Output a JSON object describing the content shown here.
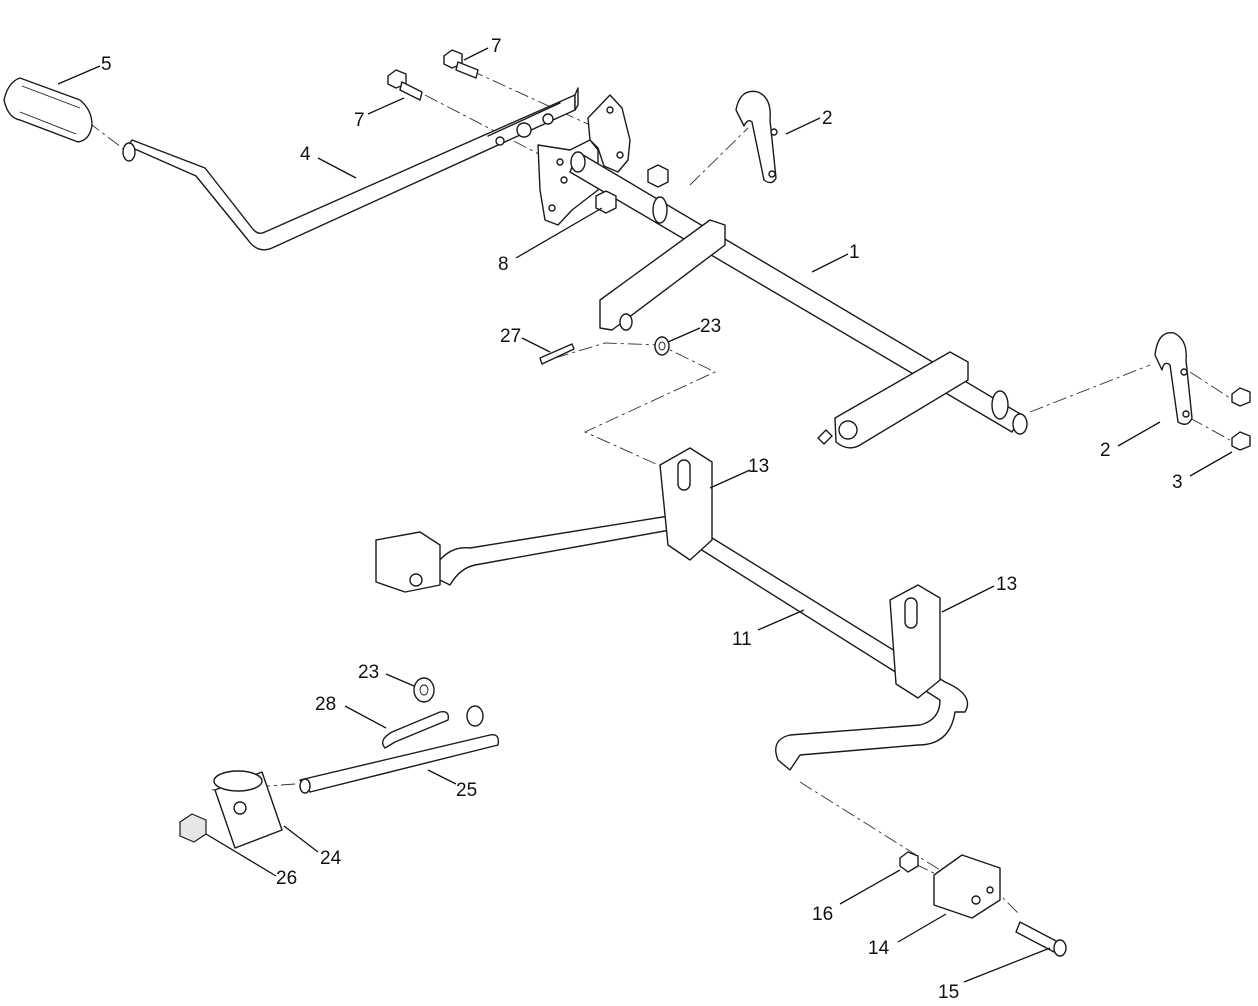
{
  "diagram": {
    "callouts": [
      {
        "id": "c1",
        "label": "1"
      },
      {
        "id": "c2a",
        "label": "2"
      },
      {
        "id": "c2b",
        "label": "2"
      },
      {
        "id": "c3",
        "label": "3"
      },
      {
        "id": "c4",
        "label": "4"
      },
      {
        "id": "c5",
        "label": "5"
      },
      {
        "id": "c7a",
        "label": "7"
      },
      {
        "id": "c7b",
        "label": "7"
      },
      {
        "id": "c8",
        "label": "8"
      },
      {
        "id": "c11",
        "label": "11"
      },
      {
        "id": "c13a",
        "label": "13"
      },
      {
        "id": "c13b",
        "label": "13"
      },
      {
        "id": "c14",
        "label": "14"
      },
      {
        "id": "c15",
        "label": "15"
      },
      {
        "id": "c16",
        "label": "16"
      },
      {
        "id": "c23a",
        "label": "23"
      },
      {
        "id": "c23b",
        "label": "23"
      },
      {
        "id": "c24",
        "label": "24"
      },
      {
        "id": "c25",
        "label": "25"
      },
      {
        "id": "c26",
        "label": "26"
      },
      {
        "id": "c27",
        "label": "27"
      },
      {
        "id": "c28",
        "label": "28"
      }
    ]
  }
}
